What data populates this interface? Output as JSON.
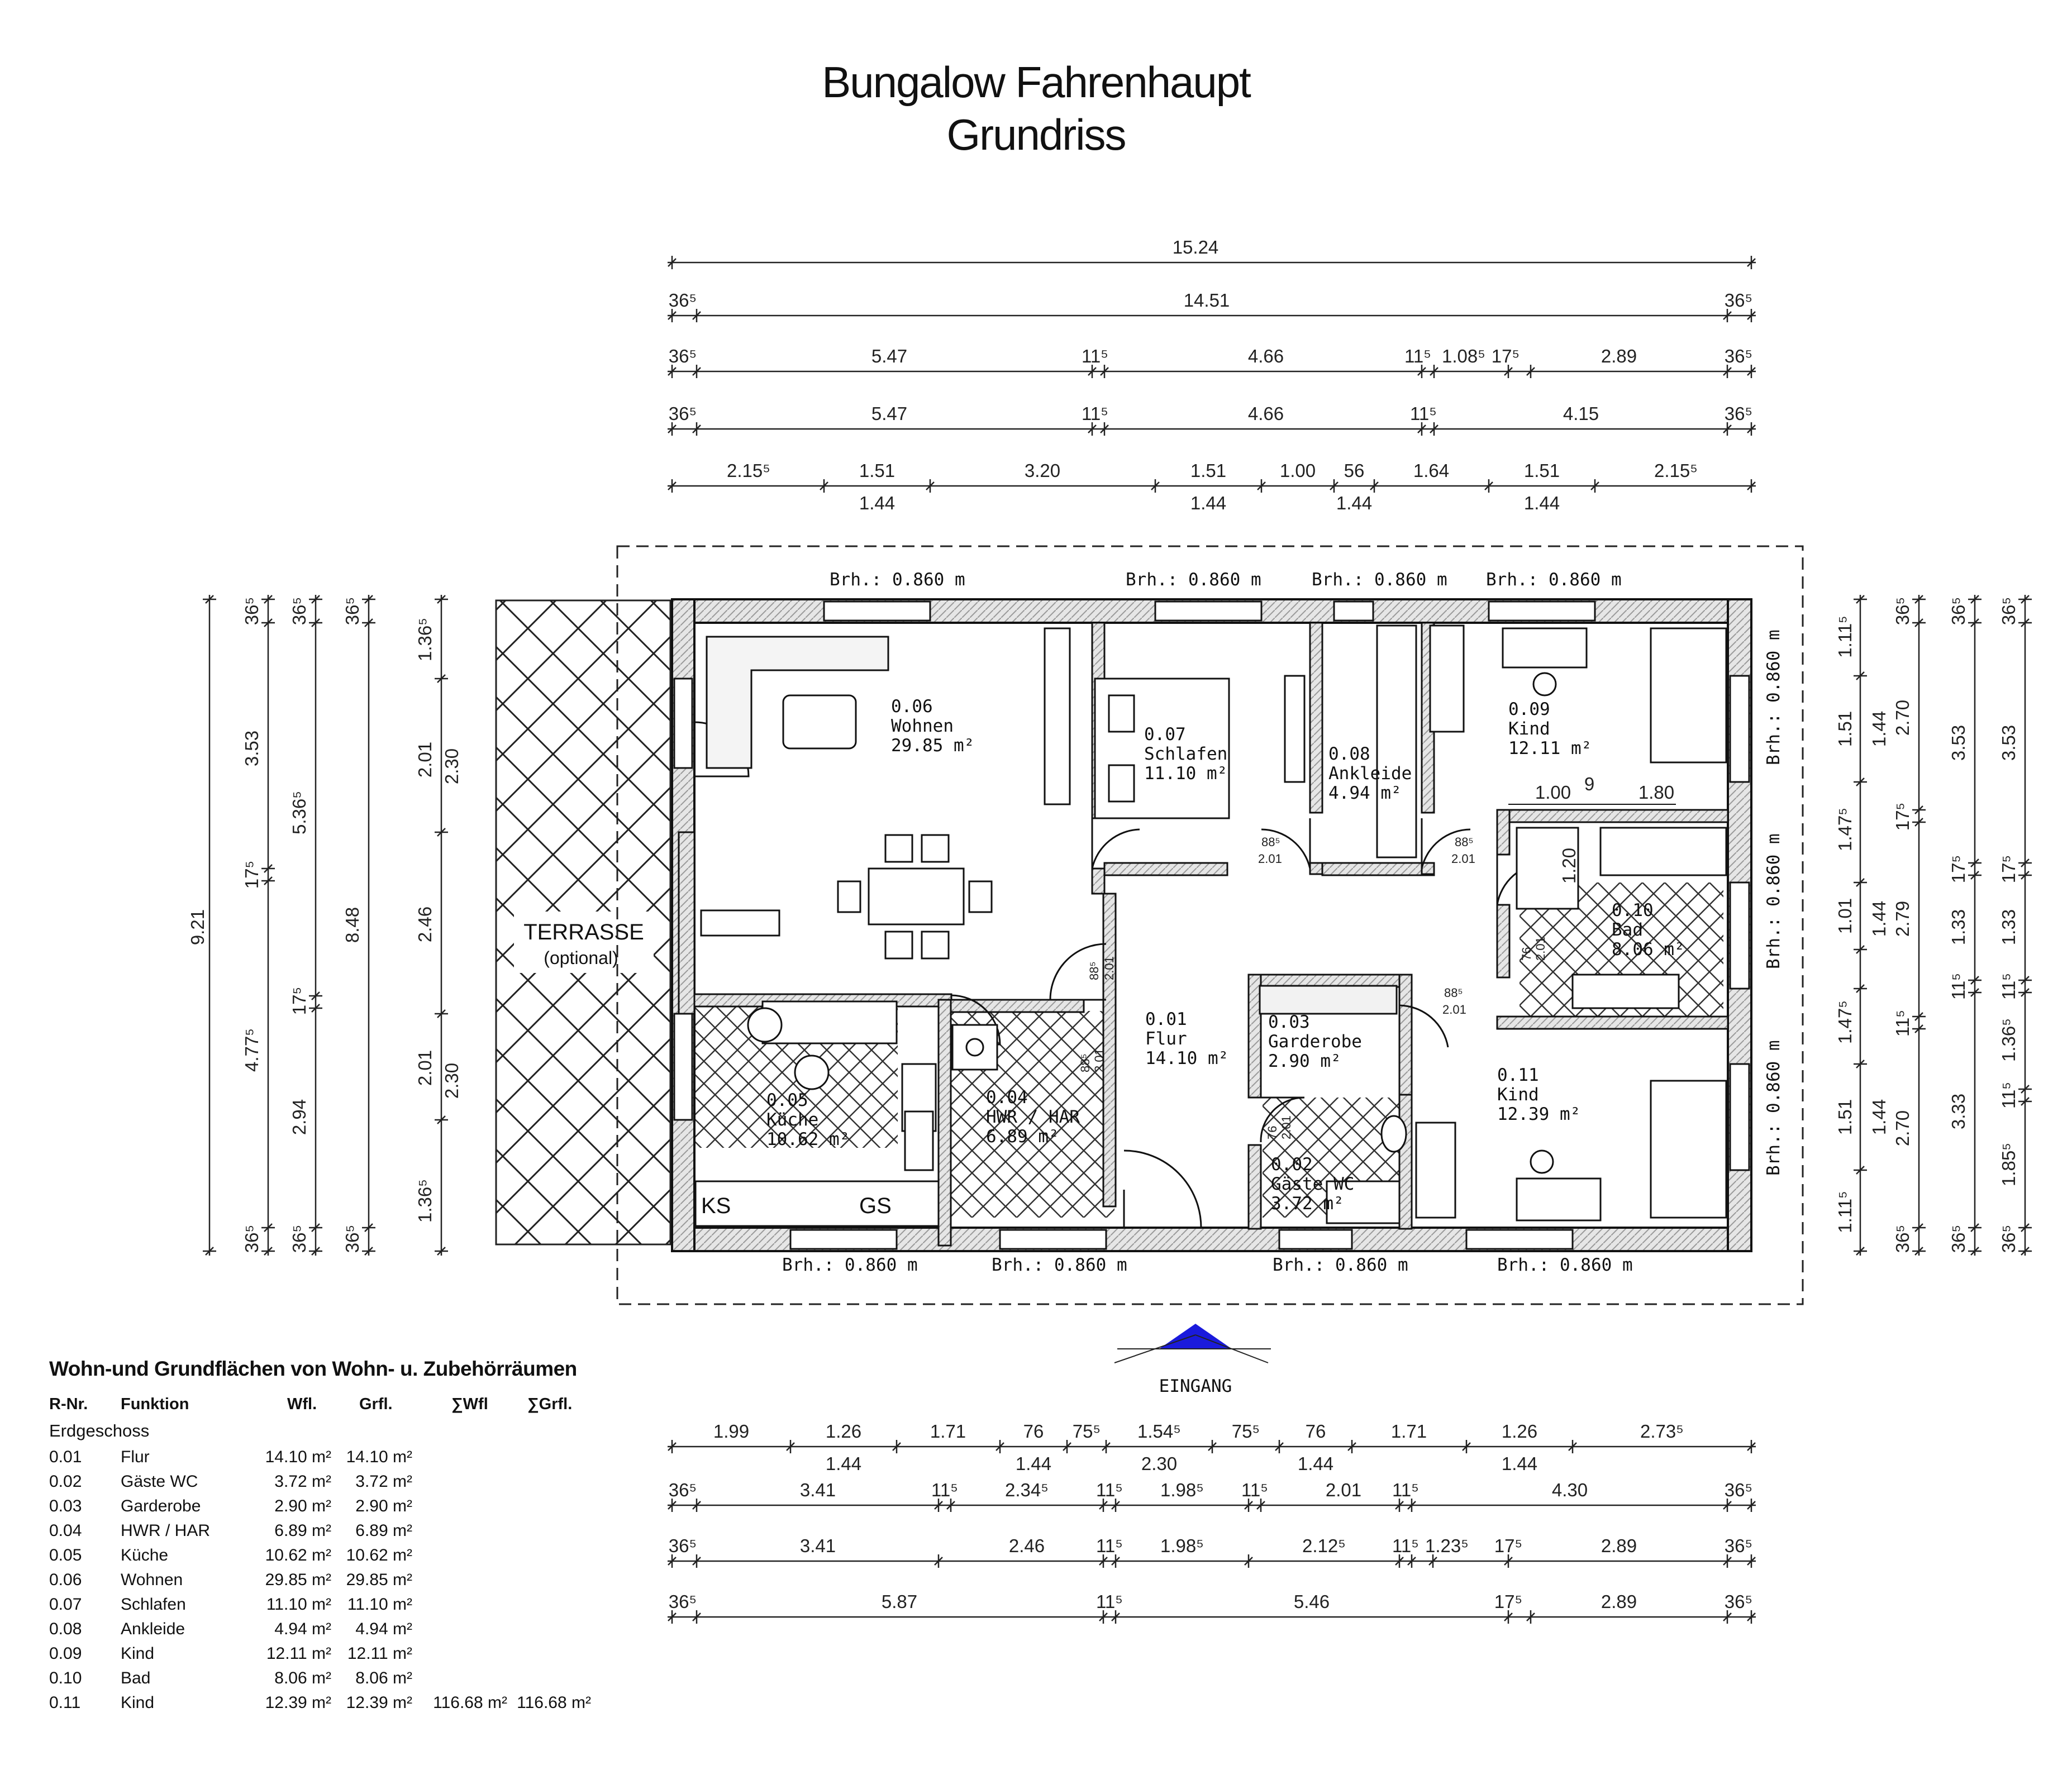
{
  "title": {
    "line1": "Bungalow Fahrenhaupt",
    "line2": "Grundriss"
  },
  "entrance_label": "EINGANG",
  "terrace": {
    "label": "TERRASSE",
    "note": "(optional)"
  },
  "rooms": [
    {
      "nr": "0.01",
      "name": "Flur",
      "area": "14.10 m²"
    },
    {
      "nr": "0.02",
      "name": "Gäste WC",
      "area": "3.72 m²"
    },
    {
      "nr": "0.03",
      "name": "Garderobe",
      "area": "2.90 m²"
    },
    {
      "nr": "0.04",
      "name": "HWR / HAR",
      "area": "6.89 m²"
    },
    {
      "nr": "0.05",
      "name": "Küche",
      "area": "10.62 m²"
    },
    {
      "nr": "0.06",
      "name": "Wohnen",
      "area": "29.85 m²"
    },
    {
      "nr": "0.07",
      "name": "Schlafen",
      "area": "11.10 m²"
    },
    {
      "nr": "0.08",
      "name": "Ankleide",
      "area": "4.94 m²"
    },
    {
      "nr": "0.09",
      "name": "Kind",
      "area": "12.11 m²"
    },
    {
      "nr": "0.10",
      "name": "Bad",
      "area": "8.06 m²"
    },
    {
      "nr": "0.11",
      "name": "Kind",
      "area": "12.39 m²"
    }
  ],
  "appliances": {
    "ks": "KS",
    "gs": "GS"
  },
  "window_label": "Brh.: 0.860  m",
  "inner_dims": {
    "d100": "1.00",
    "d9": "9",
    "d180": "1.80",
    "d120": "1.20"
  },
  "door_dims": {
    "w": "88⁵",
    "h": "2.01",
    "w2": "76",
    "h2": "2.01"
  },
  "top_dims": {
    "row1": [
      "15.24"
    ],
    "row2": [
      "36⁵",
      "14.51",
      "36⁵"
    ],
    "row3": [
      "36⁵",
      "5.47",
      "11⁵",
      "4.66",
      "11⁵",
      "1.08⁵",
      "17⁵",
      "2.89",
      "36⁵"
    ],
    "row4": [
      "36⁵",
      "5.47",
      "11⁵",
      "4.66",
      "11⁵",
      "4.15",
      "36⁵"
    ],
    "row5_top": [
      "2.15⁵",
      "1.51",
      "3.20",
      "1.51",
      "1.00",
      "56",
      "1.64",
      "1.51",
      "2.15⁵"
    ],
    "row5_bottom": [
      "1.44",
      "1.44",
      "1.44",
      "1.44"
    ]
  },
  "bottom_dims": {
    "row1_top": [
      "1.99",
      "1.26",
      "1.71",
      "76",
      "75⁵",
      "1.54⁵",
      "75⁵",
      "76",
      "1.71",
      "1.26",
      "2.73⁵"
    ],
    "row1_bottom": [
      "1.44",
      "1.44",
      "2.30",
      "1.44",
      "1.44"
    ],
    "row2": [
      "36⁵",
      "3.41",
      "11⁵",
      "2.34⁵",
      "11⁵",
      "1.98⁵",
      "11⁵",
      "2.01",
      "11⁵",
      "4.30",
      "36⁵"
    ],
    "row3": [
      "36⁵",
      "3.41",
      "2.46",
      "11⁵",
      "1.98⁵",
      "2.12⁵",
      "11⁵",
      "1.23⁵",
      "17⁵",
      "2.89",
      "36⁵"
    ],
    "row4": [
      "36⁵",
      "5.87",
      "11⁵",
      "5.46",
      "17⁵",
      "2.89",
      "36⁵"
    ]
  },
  "left_dims": {
    "col1": [
      "9.21"
    ],
    "col2": [
      "36⁵",
      "3.53",
      "17⁵",
      "4.77⁵",
      "36⁵"
    ],
    "col3": [
      "36⁵",
      "5.36⁵",
      "17⁵",
      "2.94",
      "36⁵"
    ],
    "col4": [
      "36⁵",
      "8.48",
      "36⁵"
    ],
    "col5": [
      "1.36⁵",
      "2.01",
      "2.46",
      "2.01",
      "1.36⁵"
    ],
    "col5b": [
      "2.30",
      "2.30"
    ]
  },
  "right_dims": {
    "col1": [
      "1.11⁵",
      "1.51",
      "1.47⁵",
      "1.01",
      "1.47⁵",
      "1.51",
      "1.11⁵"
    ],
    "col1b": [
      "1.44",
      "1.44",
      "1.44"
    ],
    "col2": [
      "36⁵",
      "2.70",
      "17⁵",
      "2.79",
      "11⁵",
      "2.70",
      "36⁵"
    ],
    "col3": [
      "36⁵",
      "3.53",
      "17⁵",
      "1.33",
      "11⁵",
      "3.33",
      "36⁵"
    ],
    "col4": [
      "36⁵",
      "3.53",
      "17⁵",
      "1.33",
      "11⁵",
      "1.36⁵",
      "11⁵",
      "1.85⁵",
      "36⁵"
    ]
  },
  "table": {
    "heading": "Wohn-und Grundflächen von Wohn- u. Zubehörräumen",
    "columns": [
      "R-Nr.",
      "Funktion",
      "Wfl.",
      "Grfl.",
      "∑Wfl",
      "∑Grfl."
    ],
    "floor": "Erdgeschoss",
    "rows": [
      [
        "0.01",
        "Flur",
        "14.10 m²",
        "14.10 m²",
        "",
        ""
      ],
      [
        "0.02",
        "Gäste WC",
        "3.72 m²",
        "3.72 m²",
        "",
        ""
      ],
      [
        "0.03",
        "Garderobe",
        "2.90 m²",
        "2.90 m²",
        "",
        ""
      ],
      [
        "0.04",
        "HWR / HAR",
        "6.89 m²",
        "6.89 m²",
        "",
        ""
      ],
      [
        "0.05",
        "Küche",
        "10.62 m²",
        "10.62 m²",
        "",
        ""
      ],
      [
        "0.06",
        "Wohnen",
        "29.85 m²",
        "29.85 m²",
        "",
        ""
      ],
      [
        "0.07",
        "Schlafen",
        "11.10 m²",
        "11.10 m²",
        "",
        ""
      ],
      [
        "0.08",
        "Ankleide",
        "4.94 m²",
        "4.94 m²",
        "",
        ""
      ],
      [
        "0.09",
        "Kind",
        "12.11 m²",
        "12.11 m²",
        "",
        ""
      ],
      [
        "0.10",
        "Bad",
        "8.06 m²",
        "8.06 m²",
        "",
        ""
      ],
      [
        "0.11",
        "Kind",
        "12.39 m²",
        "12.39 m²",
        "116.68 m²",
        "116.68 m²"
      ]
    ]
  }
}
